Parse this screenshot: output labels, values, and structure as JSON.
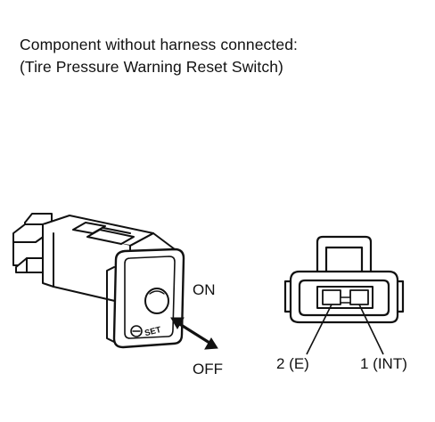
{
  "caption": {
    "line1": "Component without harness connected:",
    "line2": "(Tire Pressure Warning Reset Switch)"
  },
  "switch": {
    "on_label": "ON",
    "off_label": "OFF",
    "button_text": "SET"
  },
  "connector": {
    "pins": [
      {
        "label": "2 (E)"
      },
      {
        "label": "1 (INT)"
      }
    ]
  }
}
